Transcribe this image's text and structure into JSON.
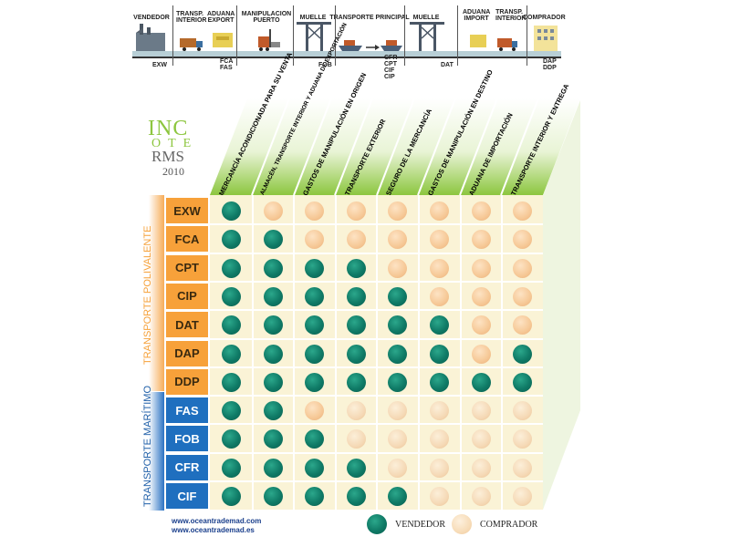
{
  "transport_chain": {
    "stages": [
      "VENDEDOR",
      "TRANSP. INTERIOR",
      "ADUANA EXPORT",
      "MANIPULACION PUERTO",
      "MUELLE",
      "TRANSPORTE PRINCIPAL",
      "MUELLE",
      "ADUANA IMPORT",
      "TRANSP. INTERIOR",
      "COMPRADOR"
    ],
    "terms": [
      "EXW",
      "FCA",
      "FAS",
      "FOB",
      "CFR",
      "CPT",
      "CIF",
      "CIP",
      "DAT",
      "DAP",
      "DDP"
    ]
  },
  "logo": {
    "line1": "INC",
    "line2": "OTE",
    "line3": "RMS",
    "year": "2010"
  },
  "columns": [
    "MERCANCÍA ACONDICIONADA PARA SU VENTA",
    "ALMACÉN, TRANSPORTE INTERIOR Y ADUANA DE EXPORTACIÓN",
    "GASTOS DE MANIPULACIÓN EN ORIGEN",
    "TRANSPORTE EXTERIOR",
    "SEGURO DE LA MERCANCÍA",
    "GASTOS DE MANIPULACIÓN EN DESTINO",
    "ADUANA DE IMPORTACIÓN",
    "TRANSPORTE INTERIOR Y ENTREGA"
  ],
  "groups": {
    "polyvalent": "TRANSPORTE POLIVALENTE",
    "maritime": "TRANSPORTE MARÍTIMO"
  },
  "rows": [
    {
      "term": "EXW",
      "group": "polyvalent",
      "cells": "VCCCCCCC"
    },
    {
      "term": "FCA",
      "group": "polyvalent",
      "cells": "VVCCCCCC"
    },
    {
      "term": "CPT",
      "group": "polyvalent",
      "cells": "VVVVCCCC"
    },
    {
      "term": "CIP",
      "group": "polyvalent",
      "cells": "VVVVVCCC"
    },
    {
      "term": "DAT",
      "group": "polyvalent",
      "cells": "VVVVVVCC"
    },
    {
      "term": "DAP",
      "group": "polyvalent",
      "cells": "VVVVVVCV"
    },
    {
      "term": "DDP",
      "group": "polyvalent",
      "cells": "VVVVVVVV"
    },
    {
      "term": "FAS",
      "group": "maritime",
      "cells": "VVCCCCCC"
    },
    {
      "term": "FOB",
      "group": "maritime",
      "cells": "VVVCCCCC"
    },
    {
      "term": "CFR",
      "group": "maritime",
      "cells": "VVVVCCCC"
    },
    {
      "term": "CIF",
      "group": "maritime",
      "cells": "VVVVVCCC"
    }
  ],
  "legend": {
    "seller": "VENDEDOR",
    "buyer": "COMPRADOR"
  },
  "colors": {
    "seller": "#0f7a66",
    "buyer": "#f6c896",
    "polyvalent": "#f7a13a",
    "maritime": "#1f6fbf",
    "header": "#8dc63f"
  },
  "footer": {
    "url1": "www.oceantrademad.com",
    "url2": "www.oceantrademad.es"
  }
}
